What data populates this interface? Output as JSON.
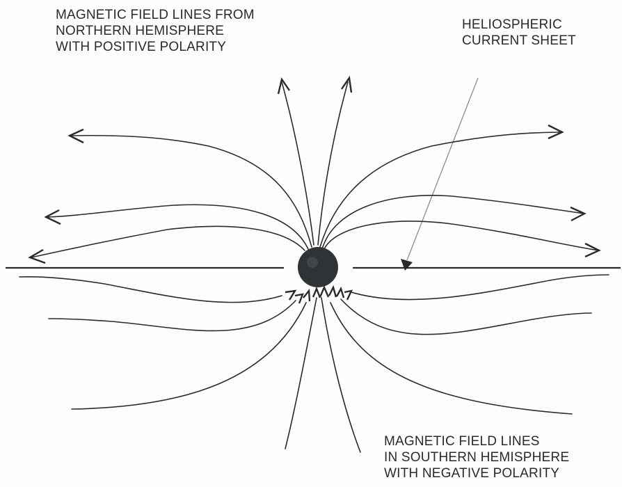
{
  "labels": {
    "north": [
      "MAGNETIC FIELD LINES FROM",
      "NORTHERN HEMISPHERE",
      "WITH POSITIVE POLARITY"
    ],
    "current_sheet": [
      "HELIOSPHERIC",
      "CURRENT SHEET"
    ],
    "south": [
      "MAGNETIC FIELD LINES",
      "IN SOUTHERN HEMISPHERE",
      "WITH NEGATIVE POLARITY"
    ]
  },
  "colors": {
    "ink": "#2a2a2a",
    "sun": "#2f3336",
    "pointer": "#8a8a8a",
    "background": "#fdfdfb"
  }
}
